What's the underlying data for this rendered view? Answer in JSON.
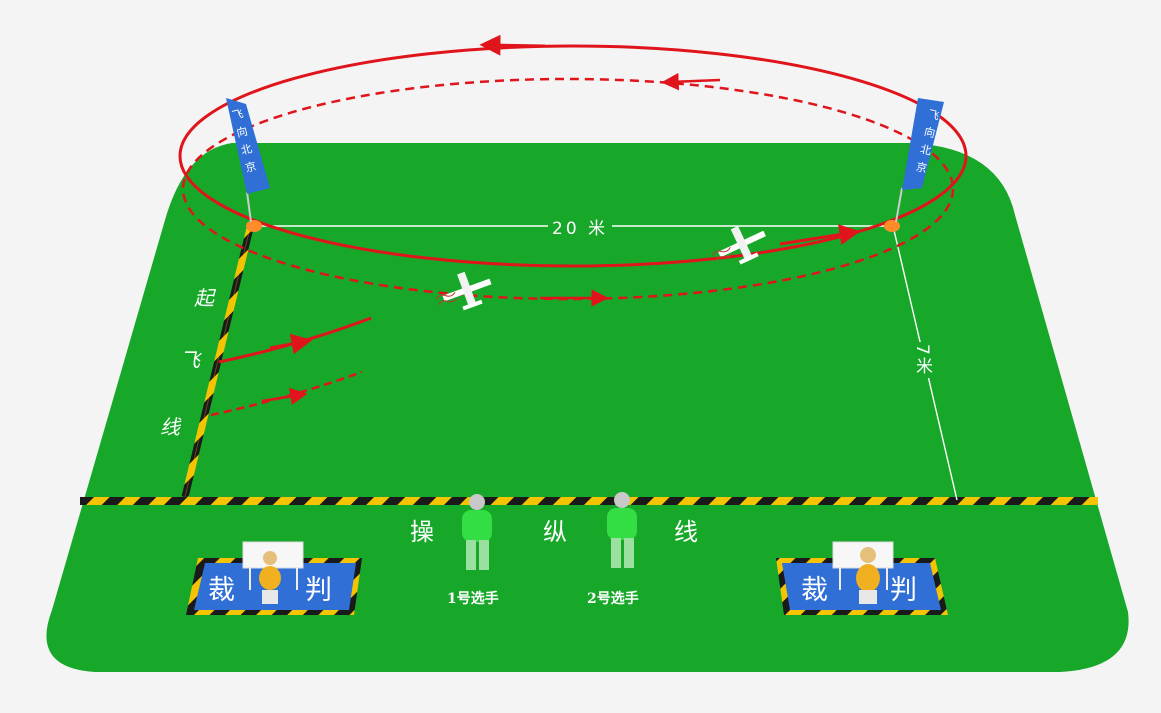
{
  "flags": {
    "left": "飞向北京",
    "right": "飞向北京"
  },
  "labels": {
    "distance_long": "20 米",
    "distance_short": "7米",
    "takeoff_line": [
      "起",
      "飞",
      "线"
    ],
    "control_line": [
      "操",
      "纵",
      "线"
    ],
    "judge_left": [
      "裁",
      "判"
    ],
    "judge_right": [
      "裁",
      "判"
    ],
    "player1": "1号选手",
    "player2": "2号选手"
  },
  "colors": {
    "field": "#17a82a",
    "background": "#f4f4f4",
    "flight_path": "#e0141b",
    "judge_mat": "#2f6fd6",
    "hazard_yellow": "#f5c400",
    "hazard_black": "#1a1a1a",
    "flag": "#2f6fd6",
    "pylon": "#ff8c2a",
    "player": "#33dd44",
    "judge": "#f0b020"
  }
}
